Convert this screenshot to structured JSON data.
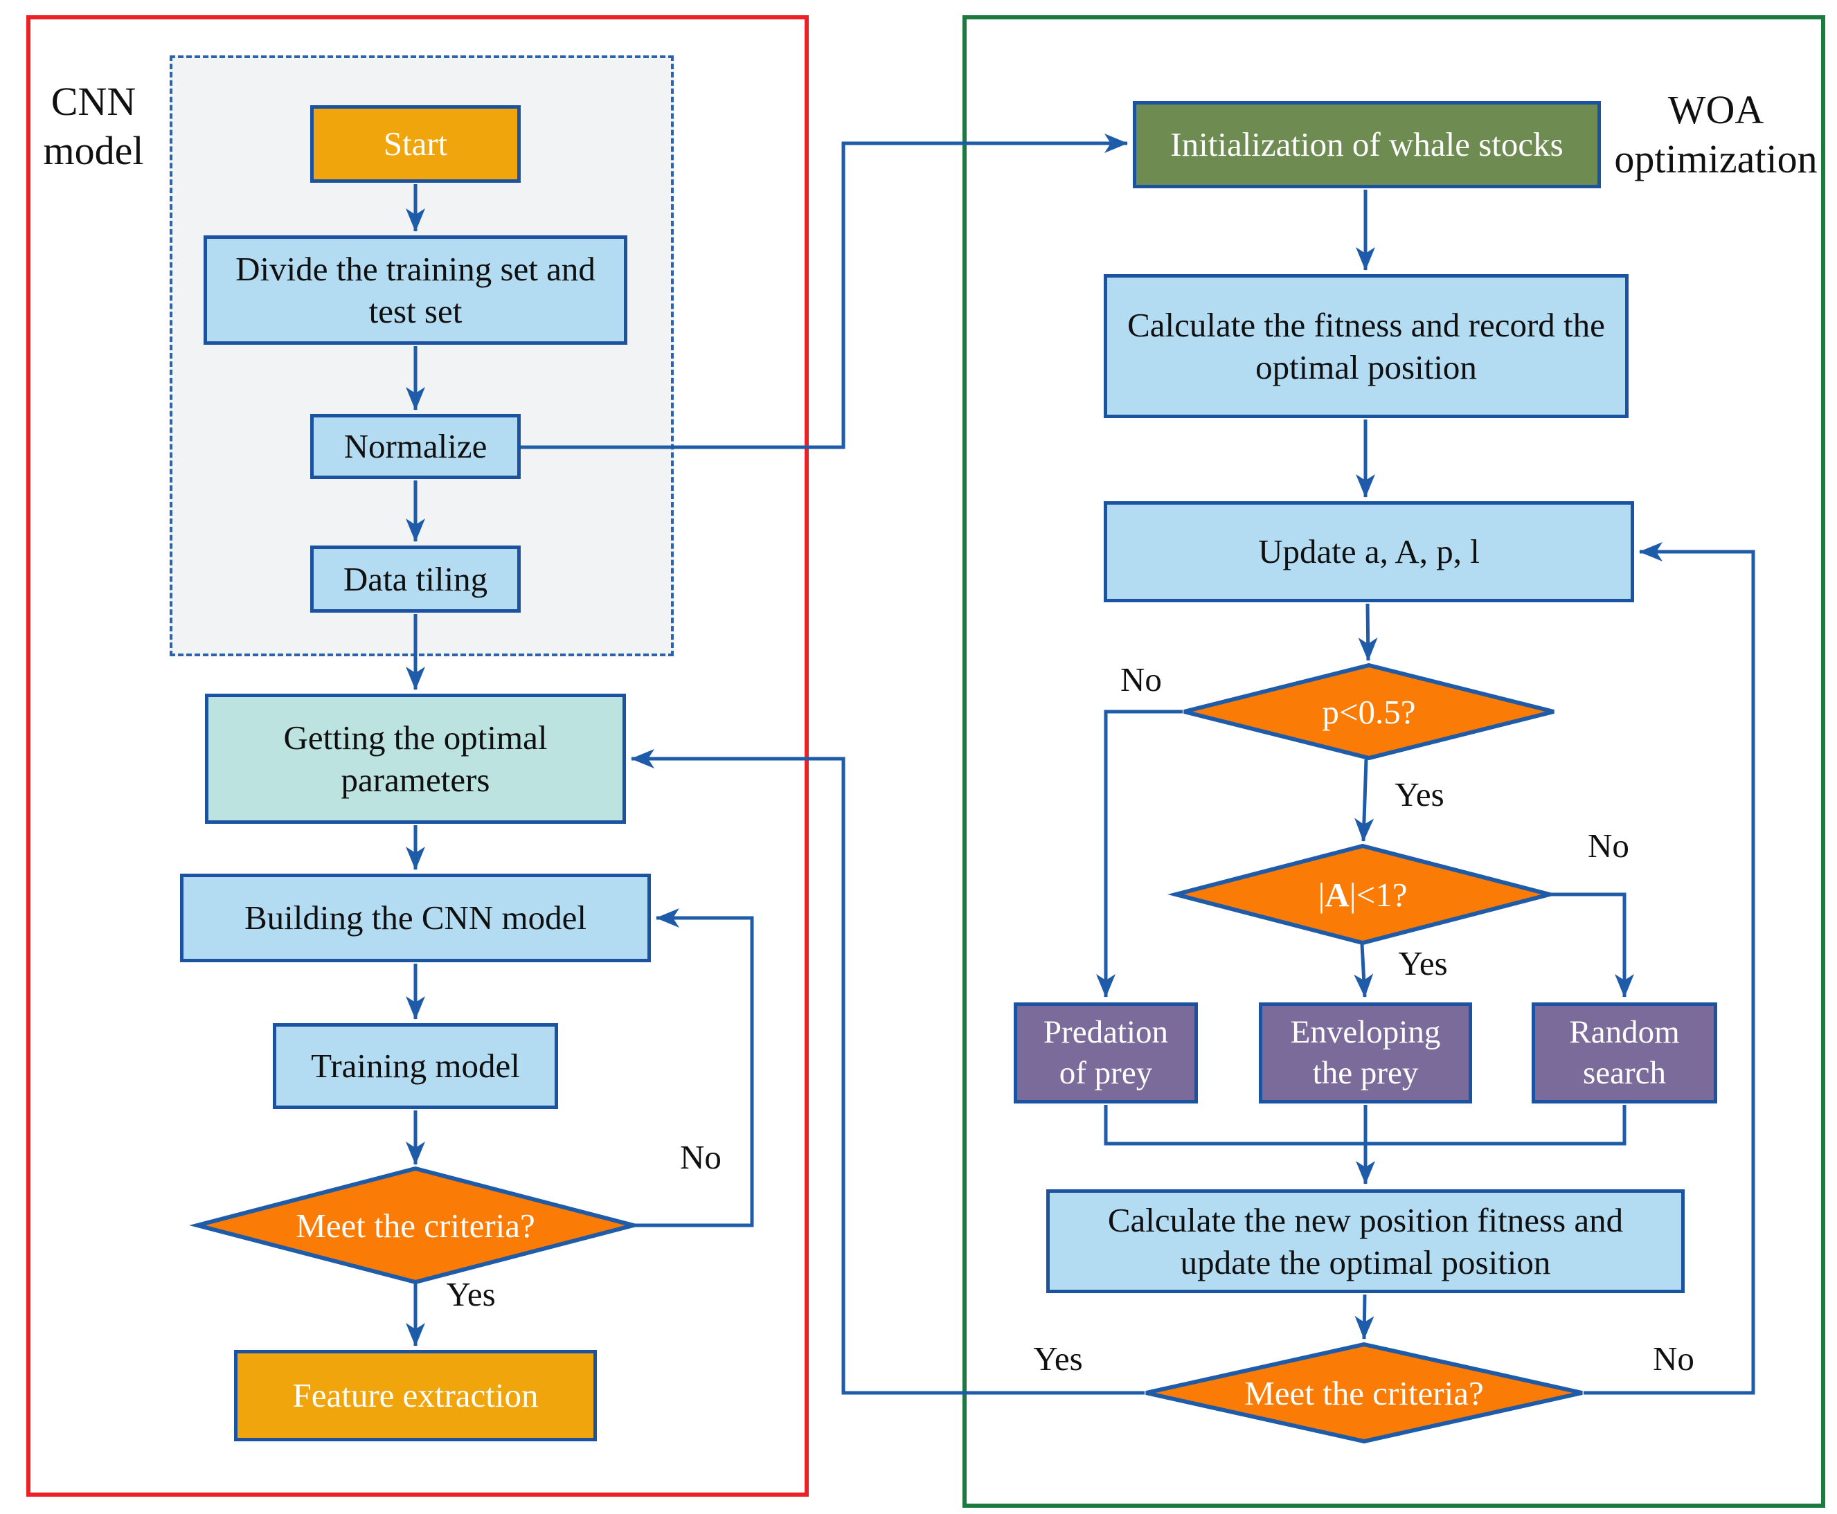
{
  "panels": {
    "cnn": {
      "label_line1": "CNN",
      "label_line2": "model"
    },
    "woa": {
      "label_line1": "WOA",
      "label_line2": "optimization"
    }
  },
  "nodes": {
    "start": {
      "label": "Start"
    },
    "divide": {
      "line1": "Divide the training set and",
      "line2": "test set"
    },
    "normalize": {
      "label": "Normalize"
    },
    "data_tiling": {
      "label": "Data tiling"
    },
    "getting": {
      "line1": "Getting the optimal",
      "line2": "parameters"
    },
    "building": {
      "label": "Building the CNN model"
    },
    "training": {
      "label": "Training model"
    },
    "meet_left": {
      "label": "Meet the criteria?"
    },
    "feature": {
      "label": "Feature extraction"
    },
    "init": {
      "label": "Initialization of whale stocks"
    },
    "calc_fitness": {
      "line1": "Calculate the fitness and record the",
      "line2": "optimal position"
    },
    "update": {
      "label": "Update a, A, p, l"
    },
    "p_diamond": {
      "label": "p<0.5?"
    },
    "a_diamond": {
      "pre": "|",
      "bold": "A",
      "post": "|<1?"
    },
    "predation": {
      "line1": "Predation",
      "line2": "of prey"
    },
    "enveloping": {
      "line1": "Enveloping",
      "line2": "the prey"
    },
    "random": {
      "line1": "Random",
      "line2": "search"
    },
    "calc_new": {
      "line1": "Calculate the new position fitness and",
      "line2": "update the optimal position"
    },
    "meet_right": {
      "label": "Meet the criteria?"
    }
  },
  "edge_labels": {
    "meet_left_no": "No",
    "meet_left_yes": "Yes",
    "p_no": "No",
    "p_yes": "Yes",
    "a_no": "No",
    "a_yes": "Yes",
    "meet_right_yes": "Yes",
    "meet_right_no": "No"
  },
  "colors": {
    "panel_red_border": "#EC2127",
    "panel_green_border": "#1A7A40",
    "dashed_border_blue": "#2B63AE",
    "dashed_fill": "#F2F3F5",
    "process_blue_fill": "#B3DCF2",
    "teal_fill": "#BCE3DF",
    "amber_fill": "#F0A50C",
    "olive_fill": "#6E8B52",
    "purple_fill": "#7B6B9B",
    "diamond_orange_fill": "#FA7B05",
    "connector_blue": "#1E5BA8",
    "node_border_blue": "#1C53A0"
  }
}
